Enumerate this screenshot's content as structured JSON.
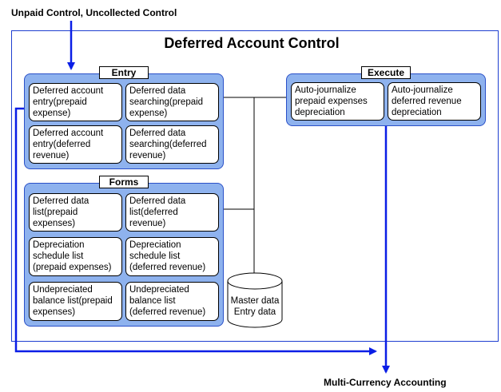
{
  "title": "Deferred Account Control",
  "input_label": "Unpaid Control, Uncollected Control",
  "output_label": "Multi-Currency Accounting",
  "entry": {
    "header": "Entry",
    "items": [
      "Deferred account entry(prepaid expense)",
      "Deferred data searching(prepaid expense)",
      "Deferred account entry(deferred revenue)",
      "Deferred data searching(deferred revenue)"
    ]
  },
  "forms": {
    "header": "Forms",
    "items": [
      "Deferred data list(prepaid expenses)",
      "Deferred data list(deferred revenue)",
      "Depreciation schedule list (prepaid expenses)",
      "Depreciation schedule list (deferred revenue)",
      "Undepreciated balance list(prepaid expenses)",
      "Undepreciated balance list (deferred revenue)"
    ]
  },
  "execute": {
    "header": "Execute",
    "items": [
      "Auto-journalize prepaid expenses depreciation",
      "Auto-journalize deferred revenue depreciation"
    ]
  },
  "database": {
    "line1": "Master data",
    "line2": "Entry data"
  },
  "colors": {
    "group_fill": "#8eb2ee",
    "arrow_blue": "#0a1ee6",
    "frame_blue": "#1f3fd0"
  }
}
